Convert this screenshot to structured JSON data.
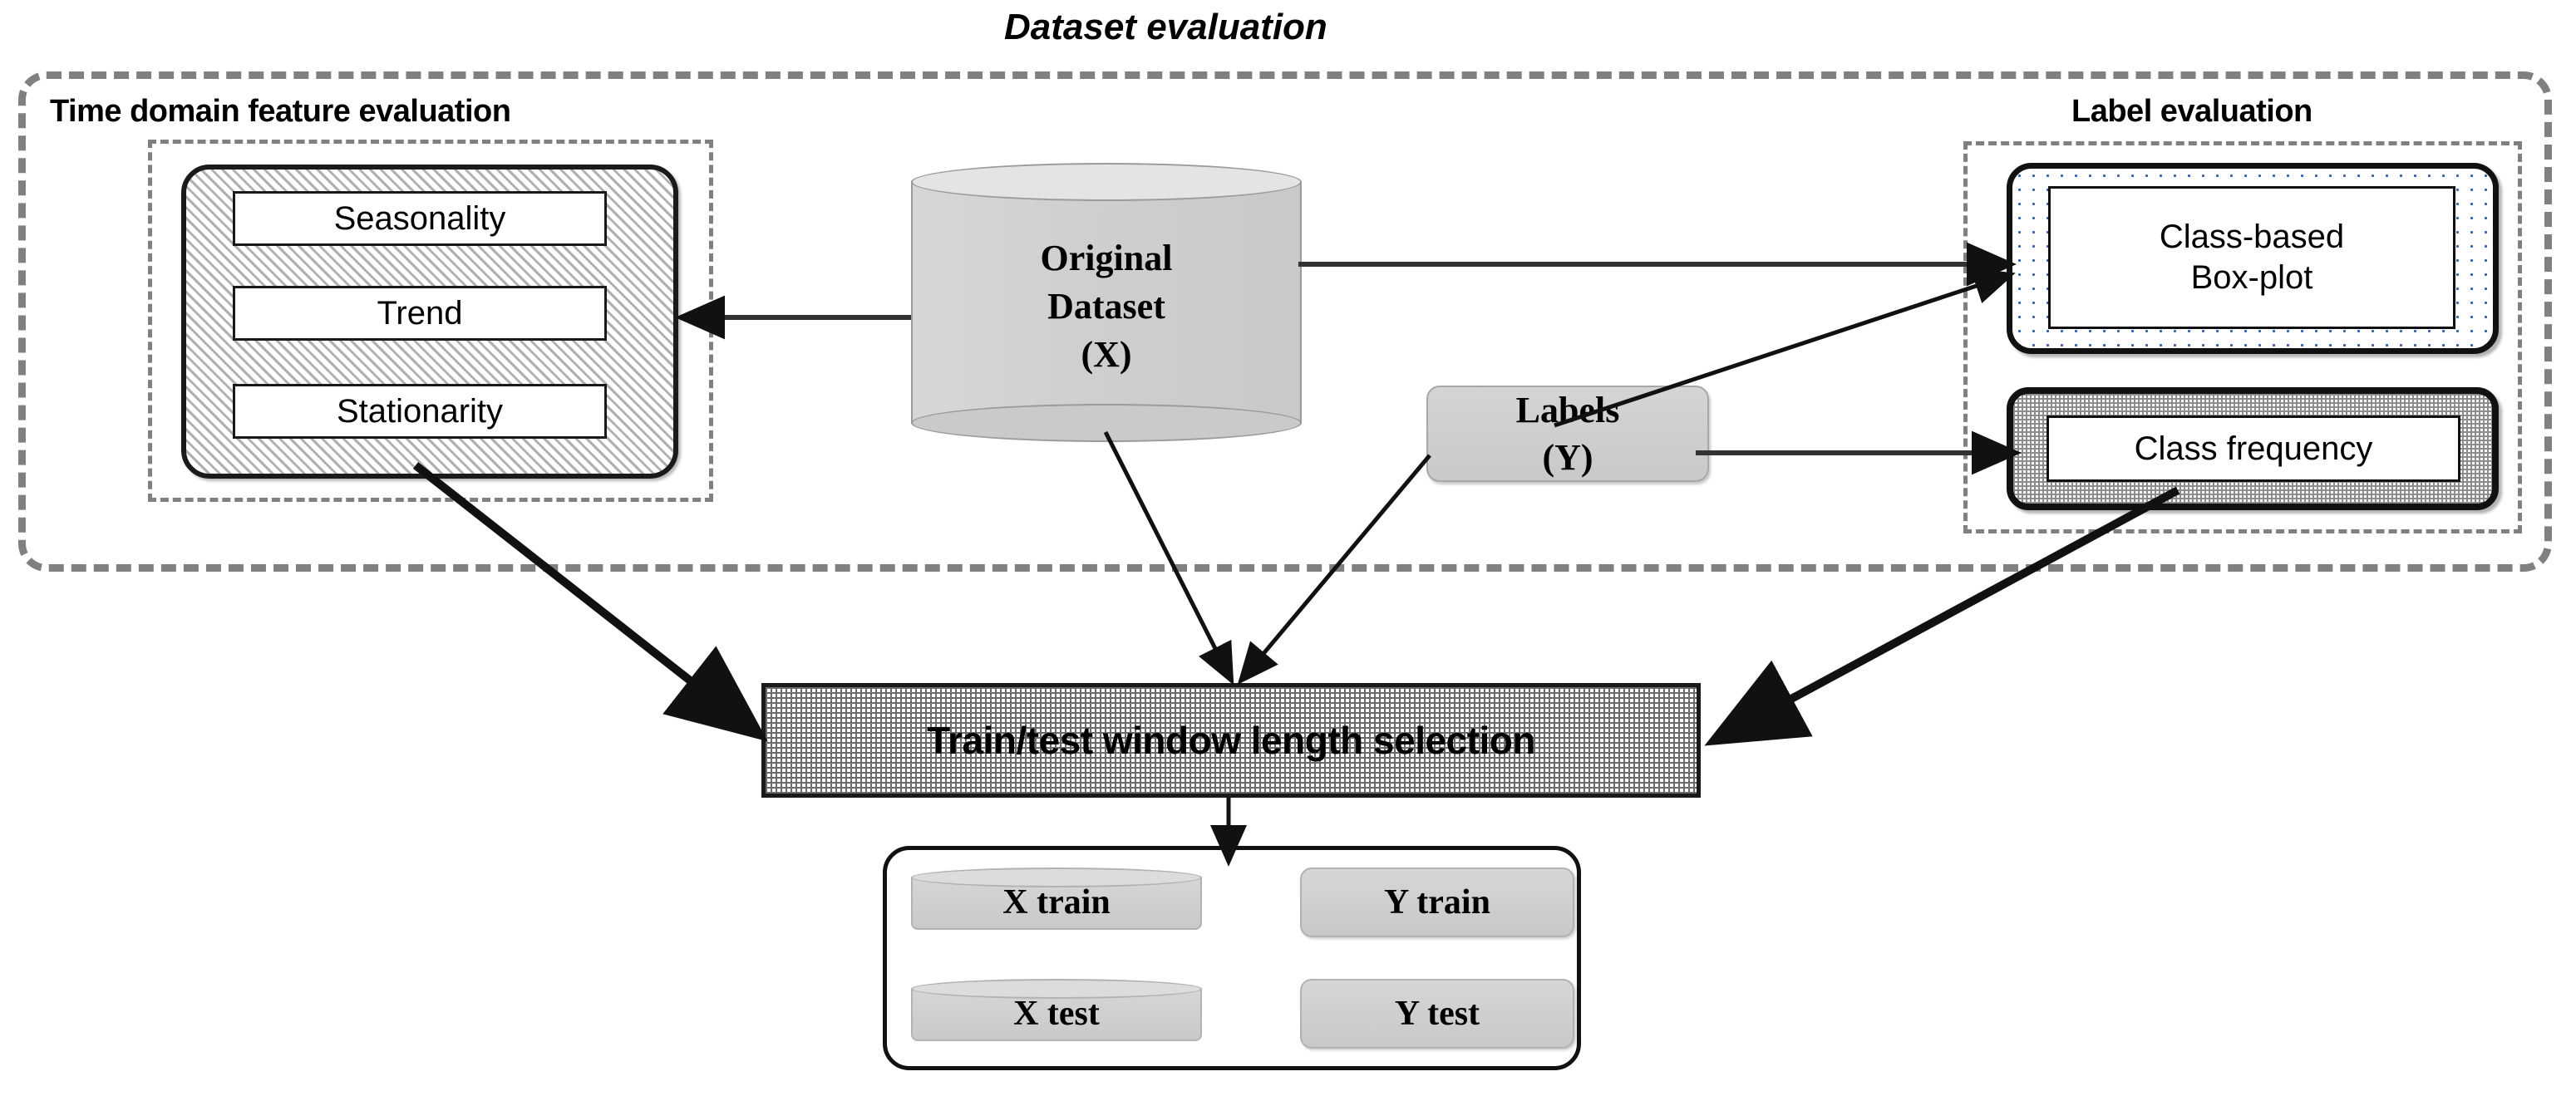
{
  "diagram": {
    "title": "Dataset evaluation",
    "groups": {
      "time_domain": {
        "title": "Time domain feature evaluation",
        "features": [
          {
            "label": "Seasonality"
          },
          {
            "label": "Trend"
          },
          {
            "label": "Stationarity"
          }
        ]
      },
      "label_eval": {
        "title": "Label evaluation",
        "nodes": [
          {
            "label_line1": "Class-based",
            "label_line2": "Box-plot"
          },
          {
            "label": "Class frequency"
          }
        ]
      }
    },
    "nodes": {
      "original_dataset": {
        "line1": "Original",
        "line2": "Dataset",
        "line3": "(X)"
      },
      "labels": {
        "line1": "Labels",
        "line2": "(Y)"
      },
      "window_selection": {
        "label": "Train/test window length selection"
      }
    },
    "outputs": {
      "x_train": "X train",
      "y_train": "Y train",
      "x_test": "X test",
      "y_test": "Y test"
    },
    "colors": {
      "dash_border": "#808080",
      "node_fill": "#d0d0d0",
      "stroke": "#111111",
      "dot_blue": "#2f5fc4"
    }
  }
}
